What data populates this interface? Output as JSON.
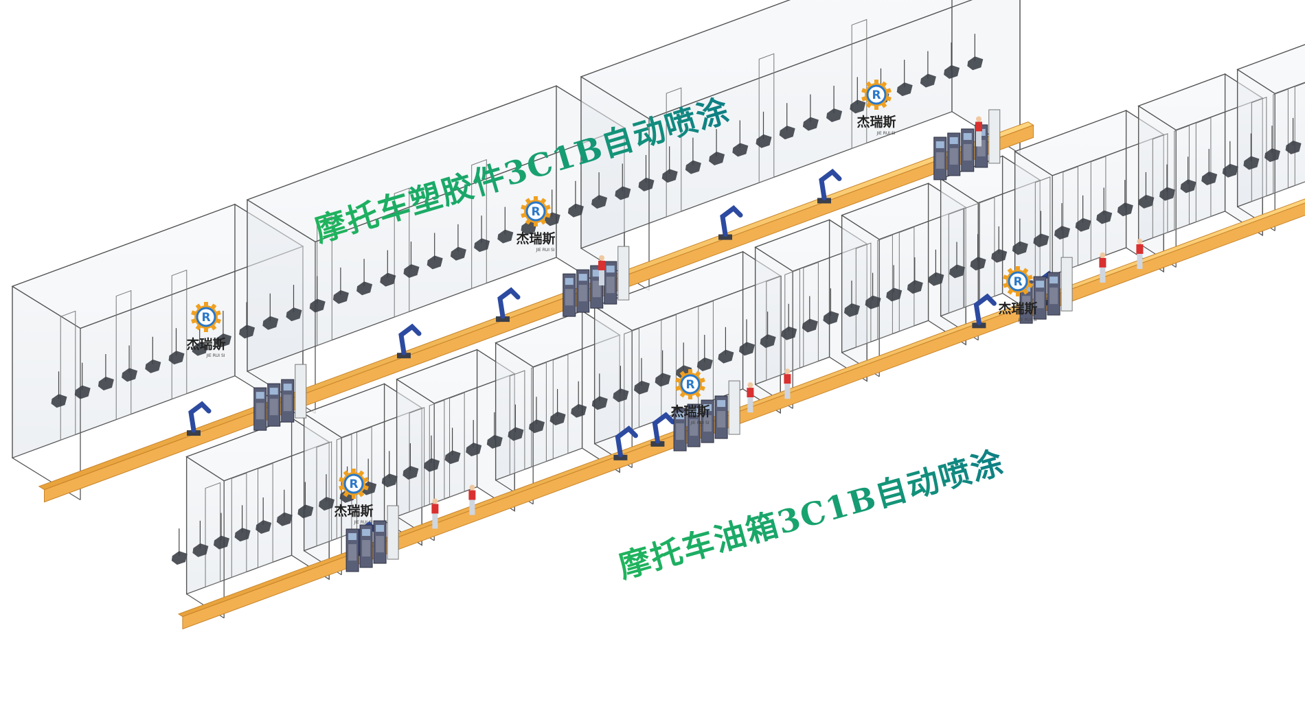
{
  "captions": {
    "plastic_line": "摩托车塑胶件3C1B自动喷涂",
    "fuel_tank_line": "摩托车油箱3C1B自动喷涂"
  },
  "brand": {
    "name": "杰瑞斯",
    "subtitle": "JIE RUI SI",
    "logo_letter": "R",
    "gear_color": "#f0a020",
    "ring_color": "#2a78c8"
  },
  "colors": {
    "conveyor": "#f2b050",
    "conveyor_shade": "#c8842a",
    "booth_outline": "#555555",
    "robot": "#2c4aa0",
    "cabinet": "#5a5f78",
    "caption_start": "#1fb45c",
    "caption_end": "#0e7f86"
  }
}
